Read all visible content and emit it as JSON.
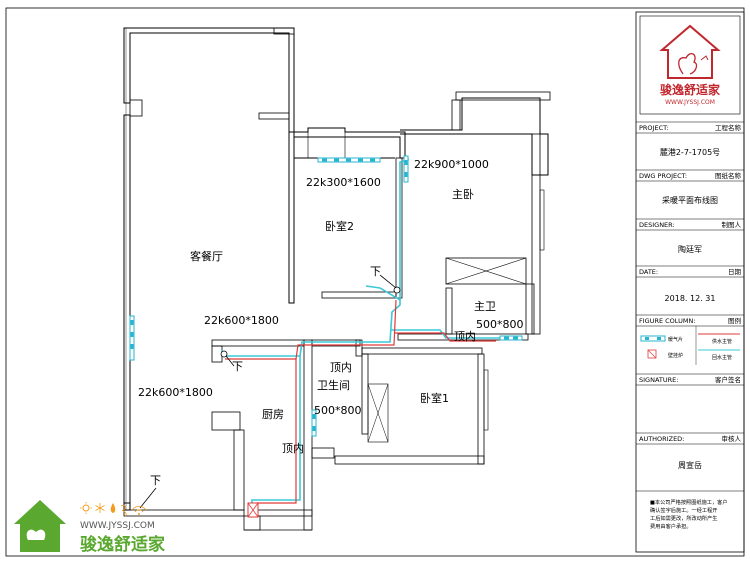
{
  "rooms": {
    "living_dining": "客餐厅",
    "bedroom2": "卧室2",
    "master_bedroom": "主卧",
    "master_bath": "主卫",
    "bedroom1": "卧室1",
    "kitchen": "厨房",
    "bathroom": "卫生间"
  },
  "annotations": {
    "rad_bedroom2": "22k300*1600",
    "rad_master": "22k900*1000",
    "rad_living_upper": "22k600*1800",
    "rad_living_lower": "22k600*1800",
    "rad_master_bath": "500*800",
    "rad_bath": "500*800",
    "ceiling_master_bath": "顶内",
    "ceiling_bath": "顶内",
    "ceiling_kitchen": "顶内",
    "down_bedroom2": "下",
    "down_kitchen": "下",
    "down_living": "下"
  },
  "title_block": {
    "logo_text": "骏逸舒适家",
    "logo_url": "WWW.JYSSJ.COM",
    "project_label": "PROJECT:",
    "project_name_label": "工程名称",
    "project_value": "麓港2-7-1705号",
    "dwg_label": "DWG PROJECT:",
    "dwg_name_label": "图纸名称",
    "dwg_value": "采暖平面布线图",
    "designer_label": "DESIGNER:",
    "designer_name_label": "制图人",
    "designer_value": "陶廷军",
    "date_label": "DATE:",
    "date_name_label": "日期",
    "date_value": "2018. 12. 31",
    "figure_label": "FIGURE COLUMN:",
    "figure_name_label": "图例",
    "legend_items": [
      "暖气片",
      "供水主管",
      "壁挂炉",
      "回水主管"
    ],
    "signature_label": "SIGNATURE:",
    "signature_name_label": "客户签名",
    "authorized_label": "AUTHORIZED:",
    "authorized_name_label": "审核人",
    "authorized_value": "周宣岳",
    "notes": [
      "■本公司严格按照图纸施工，客户",
      "确认签字后施工。一经工程开",
      "工后如需更改，所改动所产生",
      "费用由客户承担。"
    ]
  },
  "footer_logo": {
    "url": "WWW.JYSSJ.COM",
    "brand": "骏逸舒适家"
  },
  "colors": {
    "supply_pipe": "#e23a3a",
    "return_pipe": "#3cc8d8",
    "radiator": "#27b4d0",
    "logo_red": "#c0282e",
    "logo_green": "#5aa830"
  }
}
